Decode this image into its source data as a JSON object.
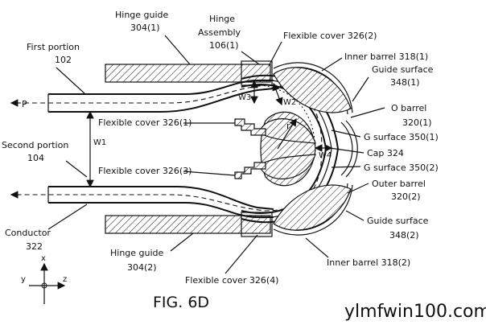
{
  "labels": {
    "hinge_guide_top": "Hinge guide",
    "hinge_guide_top_ref": "304(1)",
    "hinge": "Hinge",
    "assembly": "Assembly",
    "assembly_ref": "106(1)",
    "flexible_cover_top": "Flexible cover 326(2)",
    "first_portion": "First portion",
    "first_portion_ref": "102",
    "inner_barrel_top": "Inner barrel 318(1)",
    "guide_surface_top": "Guide surface",
    "guide_surface_top_ref": "348(1)",
    "p": "P",
    "w3": "W3",
    "w2": "W2",
    "o_barrel": "O barrel",
    "o_barrel_ref": "320(1)",
    "flexible_cover_mid_upper": "Flexible cover 326(1)",
    "r": "r",
    "g_surface_upper": "G surface 350(1)",
    "second_portion": "Second portion",
    "w1": "W1",
    "w4": "W4",
    "cap": "Cap 324",
    "second_portion_ref": "104",
    "g_surface_lower": "G surface 350(2)",
    "flexible_cover_mid_lower": "Flexible cover 326(3)",
    "outer_barrel": "Outer barrel",
    "outer_barrel_ref": "320(2)",
    "guide_surface_bottom": "Guide surface",
    "guide_surface_bottom_ref": "348(2)",
    "conductor": "Conductor",
    "conductor_ref": "322",
    "z_axis": "z",
    "x_axis": "x",
    "y_axis": "y",
    "hinge_guide_bottom": "Hinge guide",
    "hinge_guide_bottom_ref": "304(2)",
    "inner_barrel_bottom": "Inner barrel 318(2)",
    "flexible_cover_bottom": "Flexible cover 326(4)",
    "figure_title": "FIG. 6D",
    "watermark": "ylmfwin100.com"
  }
}
